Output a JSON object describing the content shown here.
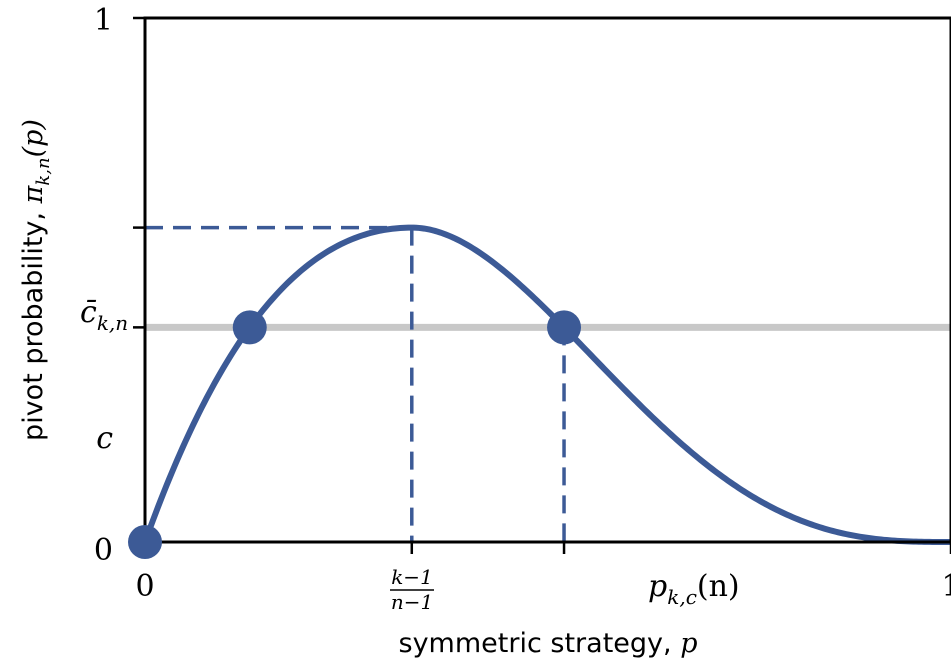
{
  "chart_data": {
    "type": "line",
    "xlabel": "symmetric strategy,",
    "xlabel_var": "p",
    "ylabel": "pivot probability,",
    "ylabel_var": "π",
    "ylabel_sub": "k,n",
    "ylabel_arg": "(p)",
    "xlim": [
      0,
      1
    ],
    "ylim": [
      0,
      1
    ],
    "curve_n": 5,
    "curve_k": 2,
    "colors": {
      "curve": "#3c5a96",
      "threshold": "#c8c8c8",
      "axis": "#000000"
    },
    "threshold_c": 0.4096,
    "peak": {
      "x": 0.25,
      "y": 0.6
    },
    "intersections": [
      {
        "x": 0,
        "y": 0
      },
      {
        "x": 0.235,
        "y": 0.4096
      },
      {
        "x": 0.208,
        "y": 0.4096
      }
    ],
    "x_ticks": {
      "zero": "0",
      "one": "1",
      "frac_num": "k−1",
      "frac_den": "n−1",
      "pkc_main": "p",
      "pkc_sub": "k,c",
      "pkc_arg": "(n)"
    },
    "y_ticks": {
      "zero": "0",
      "one": "1",
      "c": "c",
      "cbar_main": "c̄",
      "cbar_sub": "k,n"
    }
  }
}
